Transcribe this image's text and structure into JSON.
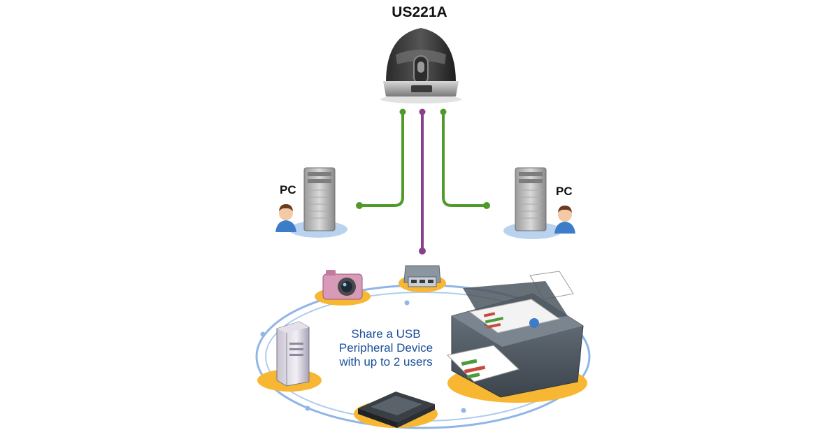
{
  "title": "US221A",
  "pc_left_label": "PC",
  "pc_right_label": "PC",
  "share_text": {
    "line1": "Share a USB",
    "line2": "Peripheral Device",
    "line3": "with up to 2 users"
  },
  "colors": {
    "pc_cable": "#4f9a2a",
    "peripheral_cable": "#8a3f8d",
    "orbit": "#8fb6e6",
    "device_spot": "#f7b733",
    "pc_spot": "#b9d3ef",
    "share_text": "#1a4d99"
  },
  "icons": [
    "usb-switch-icon",
    "pc-tower-icon",
    "user-icon",
    "camera-icon",
    "card-reader-icon",
    "printer-icon",
    "external-drive-icon",
    "scanner-icon"
  ]
}
